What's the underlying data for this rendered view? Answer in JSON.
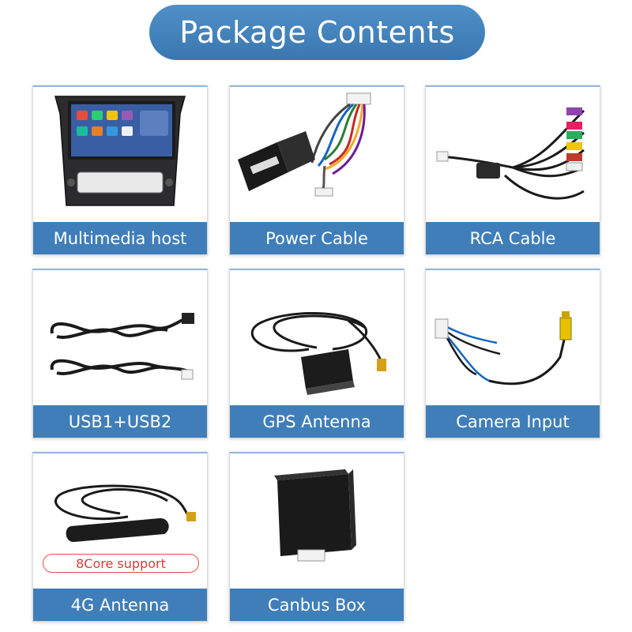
{
  "title": "Package Contents",
  "colors": {
    "accent": "#3f7eb9",
    "badge": "#d83a3a"
  },
  "items": [
    {
      "label": "Multimedia host",
      "icon": "multimedia-host-image"
    },
    {
      "label": "Power Cable",
      "icon": "power-cable-image"
    },
    {
      "label": "RCA Cable",
      "icon": "rca-cable-image"
    },
    {
      "label": "USB1+USB2",
      "icon": "usb-cable-image"
    },
    {
      "label": "GPS Antenna",
      "icon": "gps-antenna-image"
    },
    {
      "label": "Camera Input",
      "icon": "camera-input-cable-image"
    },
    {
      "label": "4G Antenna",
      "icon": "4g-antenna-image",
      "badge": "8Core support"
    },
    {
      "label": "Canbus Box",
      "icon": "canbus-box-image"
    }
  ]
}
